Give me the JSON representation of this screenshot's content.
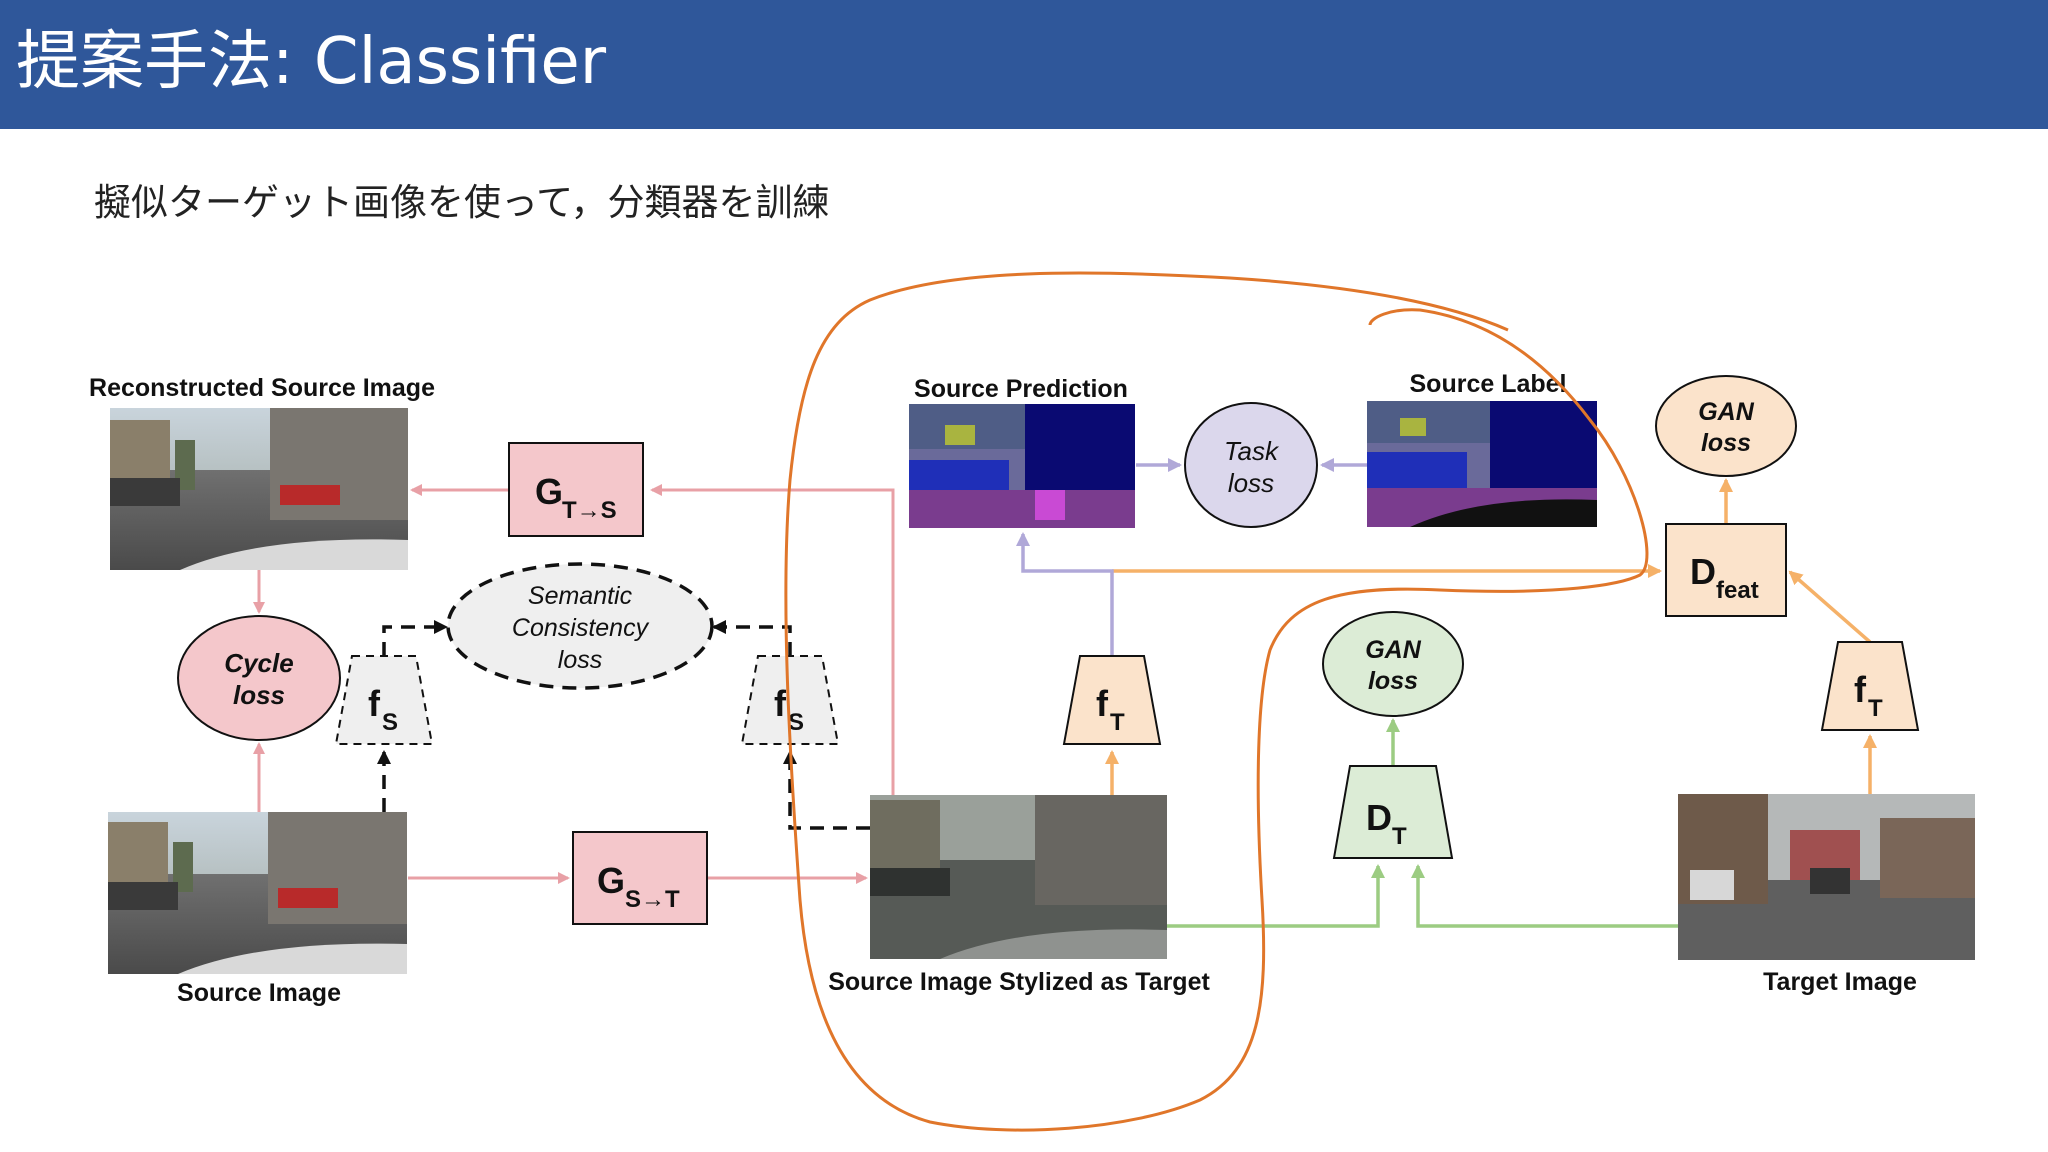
{
  "slide": {
    "title": "提案手法: Classifier",
    "subtitle": "擬似ターゲット画像を使って，分類器を訓練"
  },
  "images": {
    "reconstructed_source": "Reconstructed Source Image",
    "source": "Source Image",
    "stylized": "Source Image Stylized as Target",
    "target": "Target Image",
    "source_prediction": "Source Prediction",
    "source_label": "Source Label"
  },
  "nodes": {
    "g_ts": {
      "main": "G",
      "sub": "T→S"
    },
    "g_st": {
      "main": "G",
      "sub": "S→T"
    },
    "cycle_loss": [
      "Cycle",
      "loss"
    ],
    "semantic_loss": [
      "Semantic",
      "Consistency",
      "loss"
    ],
    "task_loss": [
      "Task",
      "loss"
    ],
    "gan_loss_feat": [
      "GAN",
      "loss"
    ],
    "gan_loss_t": [
      "GAN",
      "loss"
    ],
    "f_s": {
      "main": "f",
      "sub": "S"
    },
    "f_t": {
      "main": "f",
      "sub": "T"
    },
    "d_feat": {
      "main": "D",
      "sub": "feat"
    },
    "d_t": {
      "main": "D",
      "sub": "T"
    }
  },
  "colors": {
    "title_bar": "#2f579a",
    "pink_box": "#f4c7cb",
    "pink_arrow": "#e8a0a6",
    "orange_box": "#fbe3cb",
    "orange_arrow": "#f5b168",
    "green_box": "#dcecd6",
    "green_arrow": "#9ccc82",
    "purple_box": "#dbd7ec",
    "purple_arrow": "#b0a8d8",
    "gray_trap": "#efefef",
    "highlight_curve": "#e0762a"
  }
}
